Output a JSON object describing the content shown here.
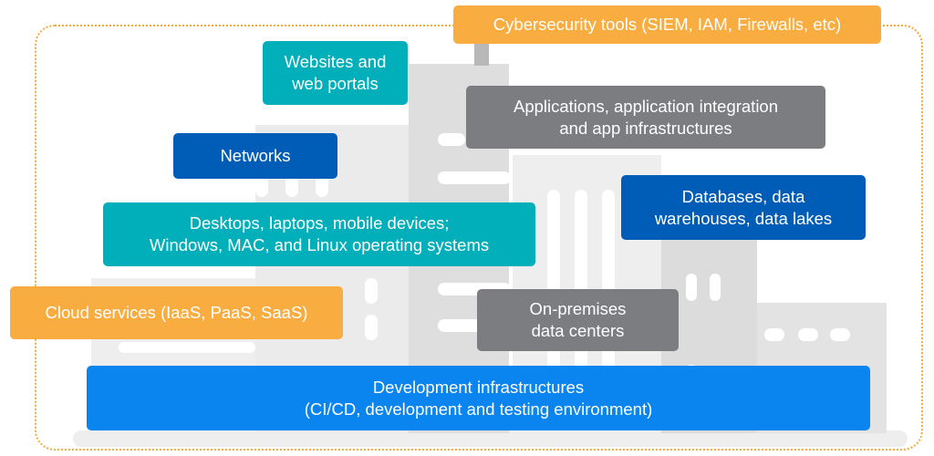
{
  "colors": {
    "orange": "#F9AC40",
    "teal": "#00AFBA",
    "gray": "#7B7D81",
    "dark_blue": "#005DB7",
    "bright_blue": "#0A85F0",
    "building": "#E6E6E6"
  },
  "boxes": {
    "cybersecurity": "Cybersecurity tools (SIEM, IAM, Firewalls, etc)",
    "websites": "Websites and\nweb portals",
    "applications": "Applications, application integration\nand app infrastructures",
    "networks": "Networks",
    "databases": "Databases, data\nwarehouses, data lakes",
    "desktops": "Desktops, laptops, mobile devices;\nWindows, MAC, and Linux operating systems",
    "cloud": "Cloud services (IaaS, PaaS, SaaS)",
    "on_premises": "On-premises\ndata centers",
    "development": "Development infrastructures\n(CI/CD, development and testing environment)"
  }
}
